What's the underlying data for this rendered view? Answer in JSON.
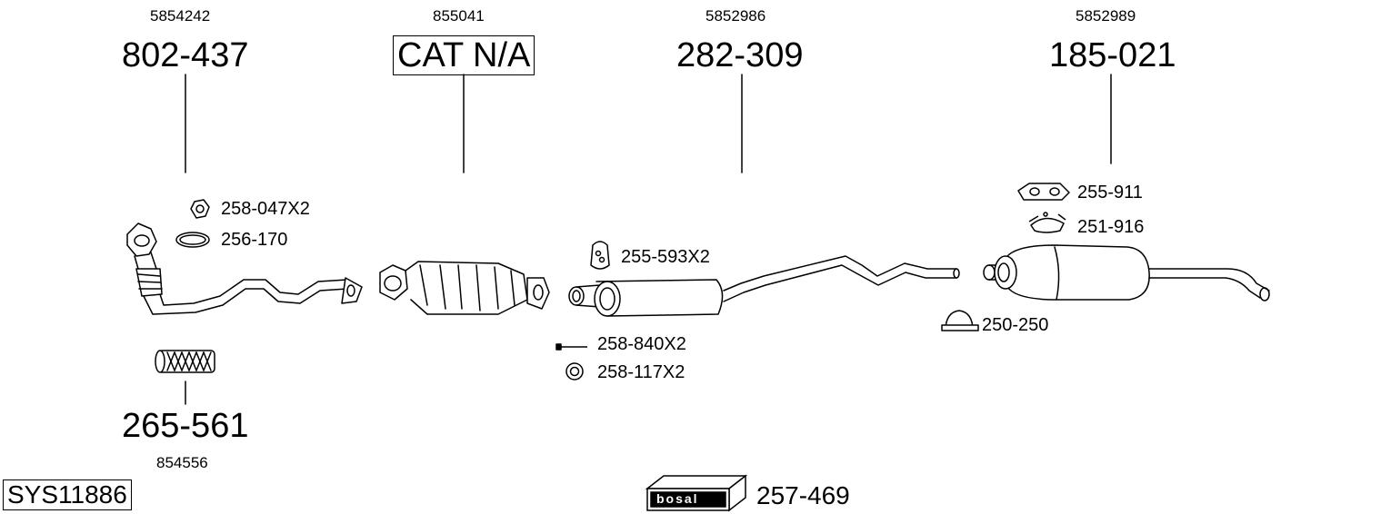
{
  "system_code": "SYS11886",
  "main_parts": [
    {
      "oe": "5854242",
      "part": "802-437"
    },
    {
      "oe": "855041",
      "part": "CAT N/A"
    },
    {
      "oe": "5852986",
      "part": "282-309"
    },
    {
      "oe": "5852989",
      "part": "185-021"
    },
    {
      "oe": "854556",
      "part": "265-561"
    }
  ],
  "fittings": [
    {
      "part": "258-047X2",
      "icon": "nut-icon"
    },
    {
      "part": "256-170",
      "icon": "gasket-ring-icon"
    },
    {
      "part": "255-593X2",
      "icon": "rubber-mount-icon"
    },
    {
      "part": "258-840X2",
      "icon": "bolt-icon"
    },
    {
      "part": "258-117X2",
      "icon": "washer-icon"
    },
    {
      "part": "255-911",
      "icon": "hanger-bracket-icon"
    },
    {
      "part": "251-916",
      "icon": "clamp-icon"
    },
    {
      "part": "250-250",
      "icon": "u-clamp-icon"
    }
  ],
  "fitting_kit": {
    "part": "257-469",
    "brand": "bosal",
    "icon": "bosal-kit-box-icon"
  }
}
